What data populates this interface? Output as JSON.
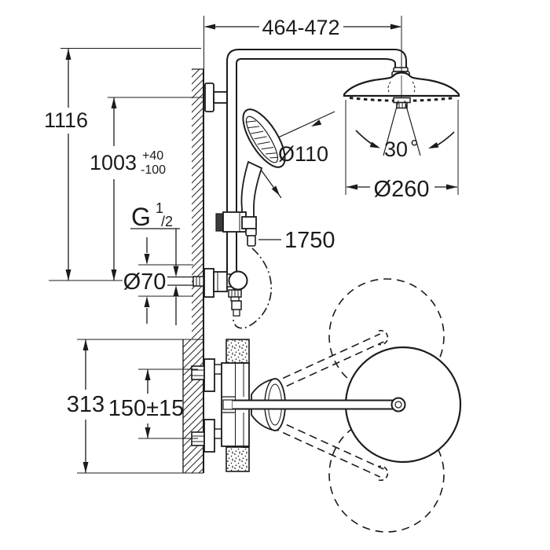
{
  "drawing": {
    "description": "Technical installation drawing of a wall-mounted thermostatic shower system with head shower, hand shower and plan view of swivelling shower arm",
    "line_color": "#1b1b1b",
    "background_color": "#ffffff"
  },
  "labels": {
    "width_range": "464-472",
    "height_total": "1116",
    "height_rail": "1003",
    "height_rail_tol_plus": "+40",
    "height_rail_tol_minus": "-100",
    "thread_g": "G",
    "thread_sup": "1",
    "thread_sub": "/2",
    "flange_dia": "Ø70",
    "hose_len": "1750",
    "hand_dia": "Ø110",
    "angle": "30",
    "degree": "°",
    "head_dia": "Ø260",
    "depth_total": "313",
    "spacing": "150±15"
  },
  "dimensions_mm": [
    {
      "name": "arm projection range",
      "value": "464-472"
    },
    {
      "name": "overall height",
      "value": "1116"
    },
    {
      "name": "rail height with tolerance",
      "value": "1003 +40/-100"
    },
    {
      "name": "connection thread",
      "value": "G 1/2"
    },
    {
      "name": "escutcheon diameter",
      "value": "Ø70"
    },
    {
      "name": "shower hose length",
      "value": "1750"
    },
    {
      "name": "hand shower diameter",
      "value": "Ø110"
    },
    {
      "name": "head shower swivel angle",
      "value": "30°"
    },
    {
      "name": "head shower diameter",
      "value": "Ø260"
    },
    {
      "name": "plan view depth",
      "value": "313"
    },
    {
      "name": "connection centre spacing",
      "value": "150±15"
    }
  ]
}
